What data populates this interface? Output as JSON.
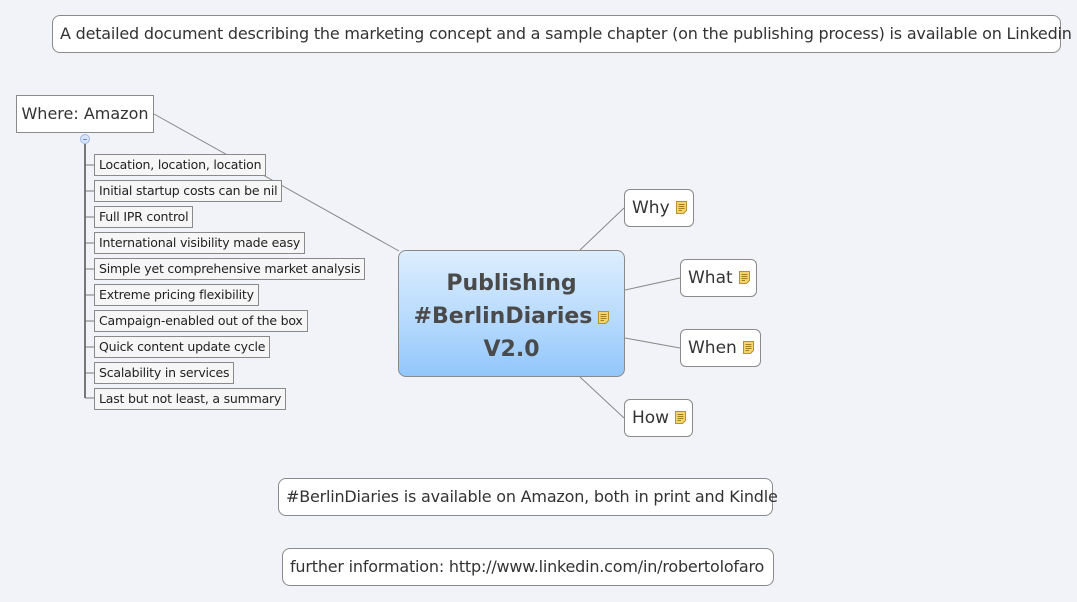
{
  "header_note": "A detailed document describing the marketing concept and a sample chapter (on the publishing process) is available on Linkedin",
  "central_topic": {
    "lines": [
      "Publishing",
      "#BerlinDiaries",
      "V2.0"
    ],
    "icon": "note-icon",
    "fill_gradient": [
      "#ddeefe",
      "#92c6fb"
    ]
  },
  "where_branch": {
    "label": "Where: Amazon",
    "collapse_icon": "collapse-minus-icon",
    "children": [
      "Location, location, location",
      "Initial startup costs can be nil",
      "Full IPR control",
      "International visibility made easy",
      "Simple yet comprehensive market analysis",
      "Extreme pricing flexibility",
      "Campaign-enabled out of the box",
      "Quick content update cycle",
      "Scalability in services",
      "Last but not least, a summary"
    ]
  },
  "right_topics": [
    {
      "label": "Why",
      "icon": "note-icon"
    },
    {
      "label": "What",
      "icon": "note-icon"
    },
    {
      "label": "When",
      "icon": "note-icon"
    },
    {
      "label": "How",
      "icon": "note-icon"
    }
  ],
  "footer_notes": [
    "#BerlinDiaries is available on Amazon, both in print and Kindle",
    "further information: http://www.linkedin.com/in/robertolofaro"
  ],
  "colors": {
    "background": "#f1f3f8",
    "connector": "#8a8a8a",
    "note_icon": "#e9c75a"
  }
}
